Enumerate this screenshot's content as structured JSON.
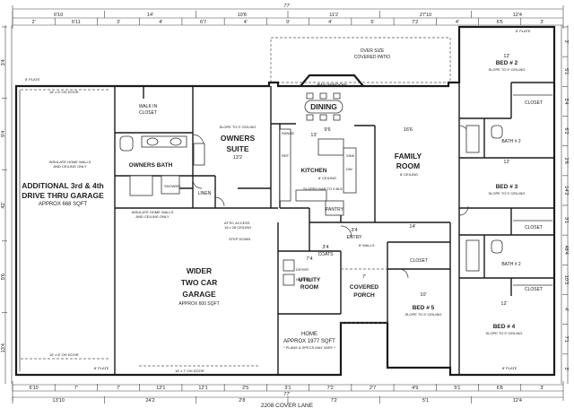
{
  "plan": {
    "address": "2208 COVER LANE",
    "overall_width_top": "77'",
    "overall_width_bottom": "77'"
  },
  "dims_top1": [
    "6'10",
    "14'",
    "10'8",
    "11'2",
    "27'10",
    "12'4"
  ],
  "dims_top2": [
    "2'",
    "6'11",
    "3'",
    "4'",
    "6'7",
    "4'",
    "9'",
    "4'",
    "5'",
    "7'2",
    "4'",
    "6'5",
    "3'"
  ],
  "dims_bottom1": [
    "6'10",
    "7'",
    "7'",
    "12'1",
    "12'1",
    "2'5",
    "3'1",
    "7'2",
    "2'7",
    "4'9",
    "5'1",
    "6'8",
    "3'"
  ],
  "dims_bottom2": [
    "13'10",
    "24'2",
    "2'8",
    "7'2",
    "5'1",
    "12'4"
  ],
  "dims_left": [
    "3'4",
    "9'4",
    "42'",
    "9'6",
    "13'4"
  ],
  "dims_right": [
    "3'",
    "5'1",
    "3'4",
    "6'2",
    "2'6",
    "14'2",
    "3'1",
    "48'4",
    "10'3",
    "4'",
    "7'1",
    "3'"
  ],
  "rooms": {
    "garage_extra": [
      "ADDITIONAL 3rd & 4th",
      "DRIVE THRU GARAGE",
      "APPROX 668 SQFT"
    ],
    "garage_main": [
      "WIDER",
      "TWO CAR",
      "GARAGE"
    ],
    "garage_main_note": "APPROX 600 SQFT",
    "owners_suite": [
      "OWNERS",
      "SUITE"
    ],
    "owners_suite_size": "13'2",
    "owners_bath": "OWNERS BATH",
    "walkin_closet": [
      "WALK IN",
      "CLOSET"
    ],
    "linen": "LINEN",
    "dining": "DINING",
    "bay_window": "BAY WINDOW",
    "family_room": [
      "FAMILY",
      "ROOM"
    ],
    "kitchen": "KITCHEN",
    "pantry": "PANTRY",
    "coats": "COATS",
    "entry": "ENTRY",
    "utility_room": [
      "UTILITY",
      "ROOM"
    ],
    "covered_porch": [
      "COVERED",
      "PORCH"
    ],
    "patio": [
      "OVER SIZE",
      "COVERED PATIO"
    ],
    "bed2": "BED # 2",
    "bed3": "BED # 3",
    "bed4": "BED # 4",
    "bed5": "BED # 5",
    "bath2a": "BATH # 2",
    "bath2b": "BATH # 2",
    "closet": "CLOSET",
    "home_area": [
      "HOME",
      "APPROX 1977 SQFT"
    ],
    "home_note": "* PLANS & SPECS MAY VARY *"
  },
  "notes": {
    "plate": "8' PLATE",
    "ceiling": "8' CEILING",
    "slope_ceiling": "SLOPE TO 9' CEILING",
    "insulate1": [
      "INSULATE HOME WALLS",
      "AND CEILING ONLY"
    ],
    "insulate2": [
      "INSULATE HOME WALLS",
      "AND CEILING ONLY"
    ],
    "door_top": "16' x 8' OH DOOR",
    "door_bottom": "16' x 8' OH DOOR",
    "door_main": "16' x 7' OH DOOR",
    "step_down": "STEP DOWN",
    "walls_note": "8' WALLS",
    "dryer": "DRYER",
    "washer": "WASHER",
    "ref": "REF",
    "dw": "DW",
    "shower": "SHOWER",
    "range": "RANGE",
    "sink": "SINK",
    "eating_bar": "SLOPED BAR TO 9 BLE",
    "attic": [
      "ATTIC ACCESS",
      "16 x 28 CEILING"
    ]
  },
  "dims_inner": {
    "suite_w": "13'2",
    "dining_w": "9'6",
    "family_w": "16'6",
    "family_d": "14'",
    "kitchen_w": "13'",
    "bed2_w": "12'",
    "bed3_w": "12'",
    "bed4_w": "12'",
    "bed5_w": "10'",
    "entry_w": "3'4",
    "utility_w": "7'4",
    "porch_w": "7'",
    "coats_w": "3'4"
  }
}
